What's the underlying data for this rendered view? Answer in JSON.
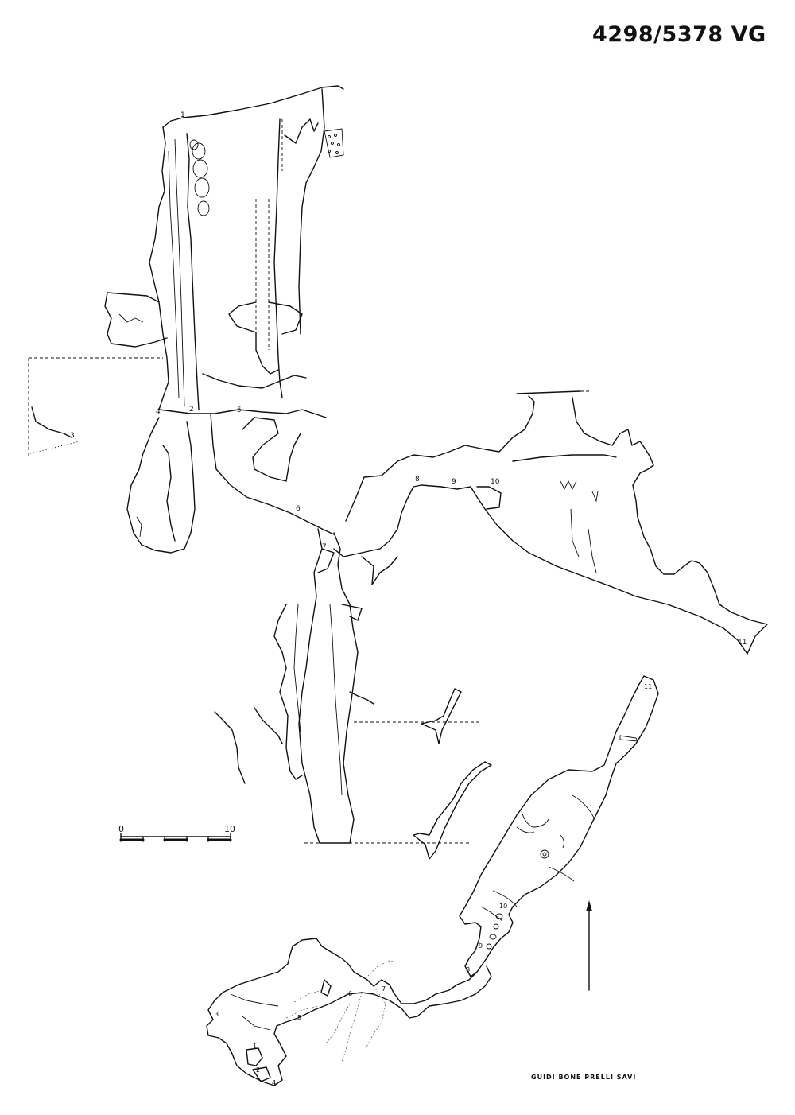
{
  "header": {
    "survey_number": "4298",
    "separator": "/",
    "survey_code": "5378 VG"
  },
  "credits": {
    "authors": "GUIDI BONE PRELLI SAVI"
  },
  "scale_bar": {
    "start_label": "0",
    "end_label": "10"
  },
  "station_labels": {
    "elevation": [
      "1",
      "2",
      "3",
      "4",
      "5",
      "6",
      "7",
      "8",
      "9",
      "10",
      "11"
    ],
    "plan": [
      "1",
      "2",
      "3",
      "4",
      "5",
      "6",
      "7",
      "8",
      "9",
      "10",
      "11"
    ]
  },
  "north_arrow": {
    "icon": "north-arrow-icon"
  },
  "colors": {
    "ink": "#111111",
    "paper": "#ffffff"
  }
}
